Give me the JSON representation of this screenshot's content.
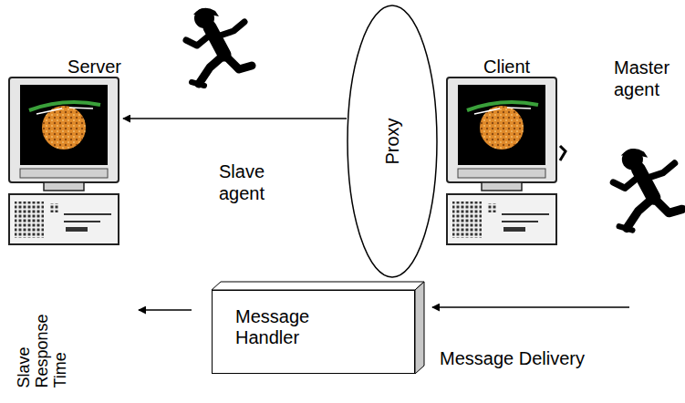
{
  "diagram": {
    "nodes": [
      {
        "text": [
          "Server"
        ]
      },
      {
        "text": [
          "Proxy"
        ]
      },
      {
        "text": [
          "Client"
        ]
      },
      {
        "text": [
          "Message Handler"
        ]
      }
    ],
    "edges": [
      {
        "from": 1,
        "to": 0,
        "arrow": "to",
        "label": "Slave agent"
      }
    ],
    "labels": [
      "Master agent",
      "Message Delivery",
      "Slave Response Time"
    ]
  }
}
